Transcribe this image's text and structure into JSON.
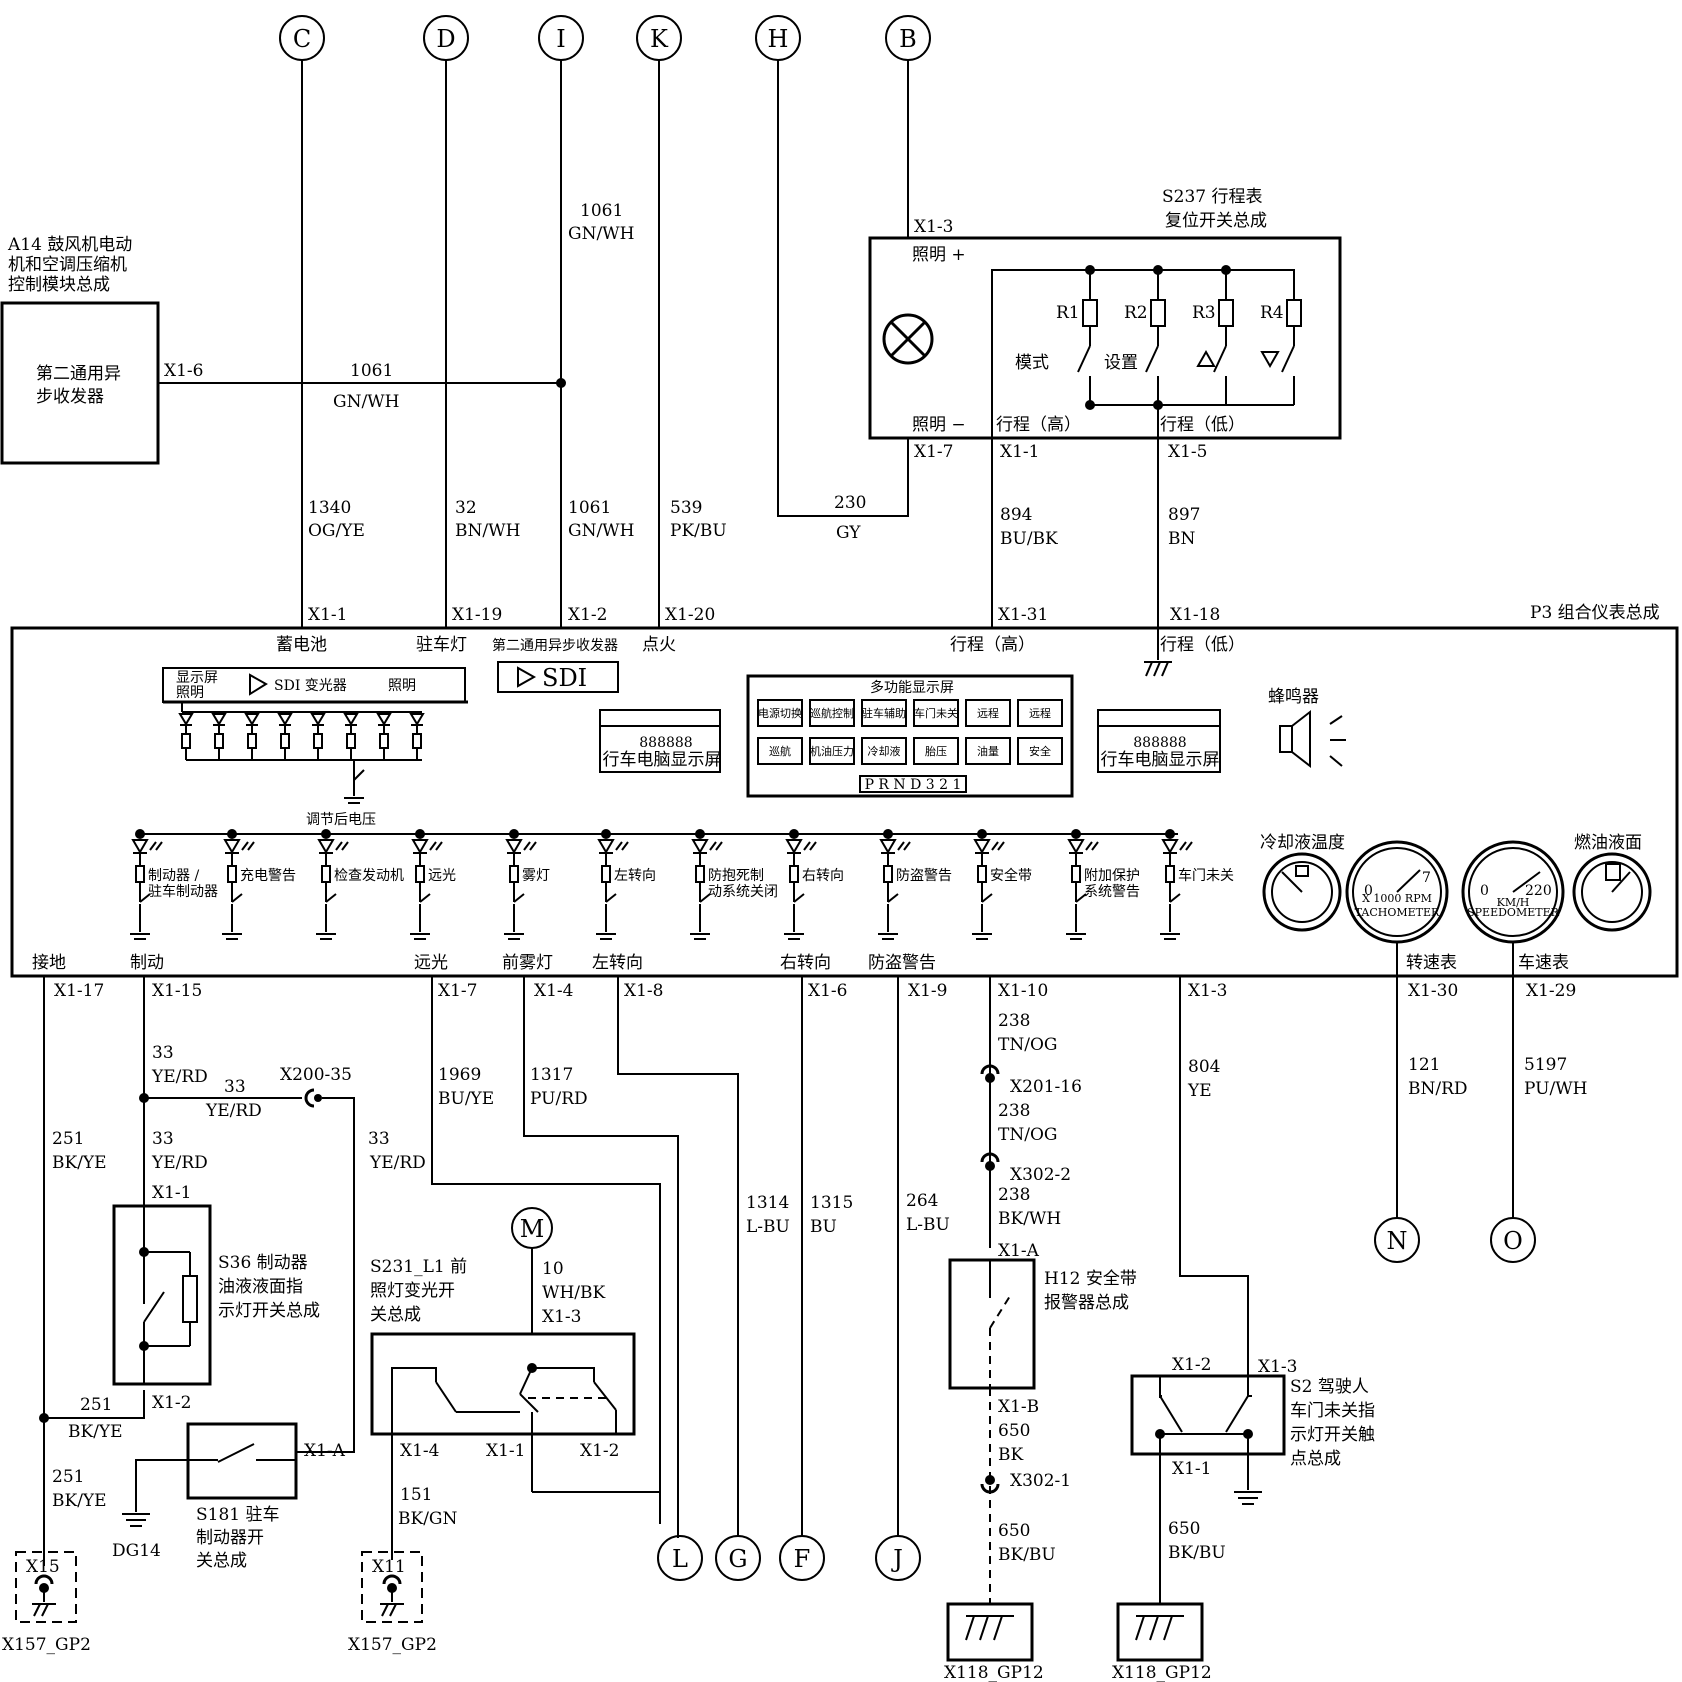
{
  "terminals": {
    "c": "C",
    "d": "D",
    "i": "I",
    "k": "K",
    "h": "H",
    "b": "B",
    "l": "L",
    "g": "G",
    "f": "F",
    "j": "J",
    "n": "N",
    "o": "O",
    "m": "M"
  },
  "a14": {
    "title1": "A14 鼓风机电动",
    "title2": "机和空调压缩机",
    "title3": "控制模块总成",
    "inner1": "第二通用异",
    "inner2": "步收发器",
    "pin": "X1-6",
    "wire_no": "1061",
    "wire_color": "GN/WH"
  },
  "wires_top": {
    "i_no": "1061",
    "i_color": "GN/WH",
    "c_no": "1340",
    "c_color": "OG/YE",
    "d_no": "32",
    "d_color": "BN/WH",
    "i2_no": "1061",
    "i2_color": "GN/WH",
    "k_no": "539",
    "k_color": "PK/BU",
    "h_no": "230",
    "h_color": "GY",
    "r_no": "894",
    "r_color": "BU/BK",
    "s_no": "897",
    "s_color": "BN"
  },
  "s237": {
    "title1": "S237 行程表",
    "title2": "复位开关总成",
    "x13": "X1-3",
    "light_plus": "照明 +",
    "light_minus": "照明 −",
    "x17": "X1-7",
    "x11": "X1-1",
    "x15": "X1-5",
    "trip_high": "行程（高）",
    "trip_low": "行程（低）",
    "r1": "R1",
    "r2": "R2",
    "r3": "R3",
    "r4": "R4",
    "mode": "模式",
    "set": "设置"
  },
  "p3": {
    "title": "P3 组合仪表总成",
    "top_pins": {
      "p1": "X1-1",
      "p2": "X1-19",
      "p3": "X1-2",
      "p4": "X1-20",
      "p5": "X1-31",
      "p6": "X1-18"
    },
    "top_labels": {
      "battery": "蓄电池",
      "park": "驻车灯",
      "gmlan": "第二通用异步收发器",
      "ign": "点火",
      "trip_high": "行程（高）",
      "trip_low": "行程（低）"
    },
    "sdi_panel": {
      "l1": "显示屏",
      "l2": "照明",
      "mid": "SDI 变光器",
      "right": "照明"
    },
    "sdi": "SDI",
    "dim_voltage": "调节后电压",
    "trip_disp_left_num": "888888",
    "trip_disp_left": "行车电脑显示屏",
    "trip_disp_right_num": "888888",
    "trip_disp_right": "行车电脑显示屏",
    "mfd_title": "多功能显示屏",
    "mfd_cells": [
      "电源切换",
      "巡航控制",
      "驻车辅助",
      "车门未关",
      "远程",
      "远程",
      "巡航",
      "机油压力",
      "冷却液",
      "胎压",
      "油量",
      "安全"
    ],
    "prnd": "P R N D 3 2 1",
    "buzzer": "蜂鸣器",
    "indicators": [
      "制动器 /",
      "充电警告",
      "检查发动机",
      "远光",
      "雾灯",
      "左转向",
      "防抱死制",
      "右转向",
      "防盗警告",
      "安全带",
      "附加保护",
      "车门未关"
    ],
    "indicators2": [
      "驻车制动器",
      "",
      "",
      "",
      "",
      "",
      "动系统关闭",
      "",
      "",
      "",
      "系统警告",
      ""
    ],
    "coolant": "冷却液温度",
    "fuel": "燃油液面",
    "tach_scale_lo": "0",
    "tach_scale_hi": "7",
    "tach_unit": "X 1000 RPM",
    "tach_name": "TACHOMETER",
    "speedo_scale_lo": "0",
    "speedo_scale_hi": "220",
    "speedo_unit": "KM/H",
    "speedo_name": "SPEEDOMETER",
    "bottom_labels": {
      "ground": "接地",
      "brake": "制动",
      "high": "远光",
      "fog": "前雾灯",
      "left": "左转向",
      "right": "右转向",
      "theft": "防盗警告",
      "tach": "转速表",
      "speedo": "车速表"
    },
    "bottom_pins": {
      "b1": "X1-17",
      "b2": "X1-15",
      "b3": "X1-7",
      "b4": "X1-4",
      "b5": "X1-8",
      "b6": "X1-6",
      "b7": "X1-9",
      "b8": "X1-10",
      "b9": "X1-3",
      "b10": "X1-30",
      "b11": "X1-29"
    }
  },
  "wires_bottom": {
    "w33a_no": "33",
    "w33a_color": "YE/RD",
    "w33b_no": "33",
    "w33b_color": "YE/RD",
    "w33c_no": "33",
    "w33c_color": "YE/RD",
    "w33d_no": "33",
    "w33d_color": "YE/RD",
    "x200": "X200-35",
    "w251a_no": "251",
    "w251a_color": "BK/YE",
    "w251b_no": "251",
    "w251b_color": "BK/YE",
    "w251c_no": "251",
    "w251c_color": "BK/YE",
    "w1969_no": "1969",
    "w1969_color": "BU/YE",
    "w1317_no": "1317",
    "w1317_color": "PU/RD",
    "w1314_no": "1314",
    "w1314_color": "L-BU",
    "w1315_no": "1315",
    "w1315_color": "BU",
    "w264_no": "264",
    "w264_color": "L-BU",
    "w238a_no": "238",
    "w238a_color": "TN/OG",
    "x201": "X201-16",
    "w238b_no": "238",
    "w238b_color": "TN/OG",
    "x302_2": "X302-2",
    "w238c_no": "238",
    "w238c_color": "BK/WH",
    "w804_no": "804",
    "w804_color": "YE",
    "w121_no": "121",
    "w121_color": "BN/RD",
    "w5197_no": "5197",
    "w5197_color": "PU/WH",
    "w10_no": "10",
    "w10_color": "WH/BK",
    "w151_no": "151",
    "w151_color": "BK/GN",
    "w650a_no": "650",
    "w650a_color": "BK",
    "x302_1": "X302-1",
    "w650b_no": "650",
    "w650b_color": "BK/BU",
    "w650c_no": "650",
    "w650c_color": "BK/BU"
  },
  "s36": {
    "title1": "S36 制动器",
    "title2": "油液液面指",
    "title3": "示灯开关总成",
    "x11": "X1-1",
    "x12": "X1-2"
  },
  "s231": {
    "title1": "S231_L1 前",
    "title2": "照灯变光开",
    "title3": "关总成",
    "x13": "X1-3",
    "x14": "X1-4",
    "x11": "X1-1",
    "x12": "X1-2"
  },
  "s181": {
    "title1": "S181 驻车",
    "title2": "制动器开",
    "title3": "关总成",
    "x1a": "X1-A",
    "dg14": "DG14"
  },
  "h12": {
    "title1": "H12 安全带",
    "title2": "报警器总成",
    "x1a": "X1-A",
    "x1b": "X1-B"
  },
  "s2": {
    "title1": "S2 驾驶人",
    "title2": "车门未关指",
    "title3": "示灯开关触",
    "title4": "点总成",
    "x12": "X1-2",
    "x13": "X1-3",
    "x11": "X1-1"
  },
  "grounds": {
    "g1": "X15",
    "g1b": "X157_GP2",
    "g2": "X11",
    "g2b": "X157_GP2",
    "g3": "X118_GP12",
    "g4": "X118_GP12"
  }
}
